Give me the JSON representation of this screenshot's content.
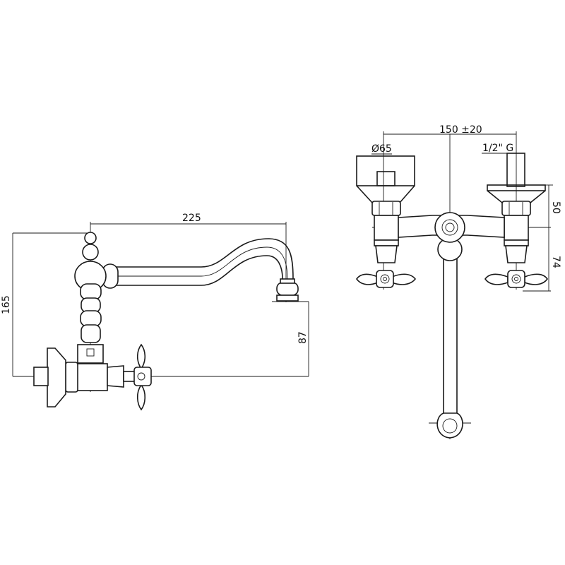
{
  "title": "Wall-mounted kitchen faucet technical drawing",
  "side_view": {
    "dim_spout_reach": "225",
    "dim_total_height": "165",
    "dim_outlet_height": "87"
  },
  "front_view": {
    "dim_center_distance": "150 ±20",
    "dim_flange_diameter": "Ø65",
    "dim_thread": "1/2\" G",
    "dim_upper": "50",
    "dim_lower": "74"
  },
  "colors": {
    "line": "#1a1a1a",
    "background": "#ffffff"
  }
}
